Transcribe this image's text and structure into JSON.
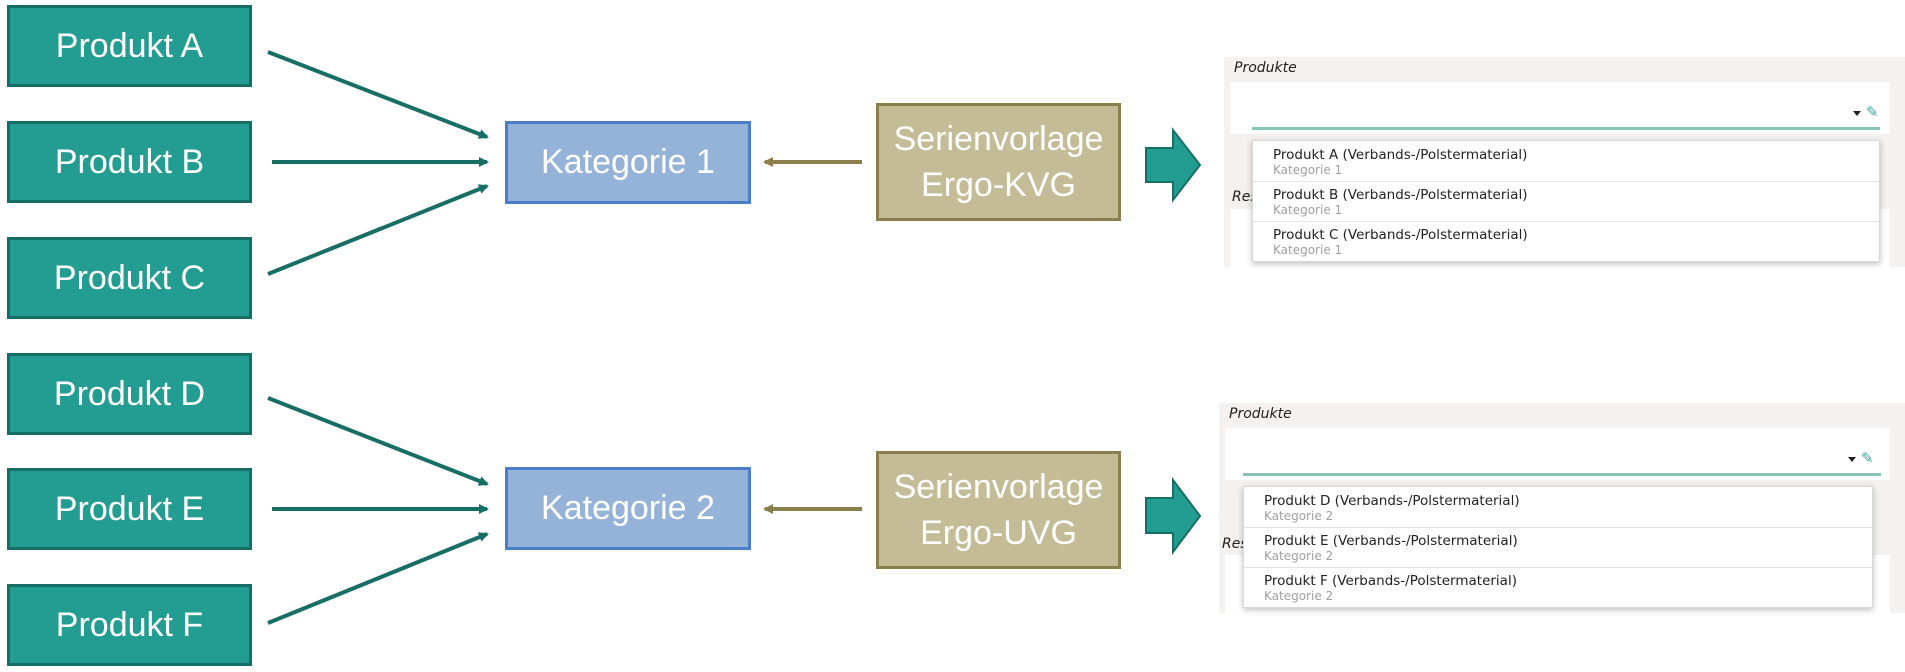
{
  "products": [
    "Produkt A",
    "Produkt B",
    "Produkt C",
    "Produkt D",
    "Produkt E",
    "Produkt F"
  ],
  "categories": [
    "Kategorie 1",
    "Kategorie 2"
  ],
  "templates": [
    {
      "line1": "Serienvorlage",
      "line2": "Ergo-KVG"
    },
    {
      "line1": "Serienvorlage",
      "line2": "Ergo-UVG"
    }
  ],
  "panels": [
    {
      "label": "Produkte",
      "res_label": "Res",
      "items": [
        {
          "name": "Produkt A (Verbands-/Polstermaterial)",
          "sub": "Kategorie 1"
        },
        {
          "name": "Produkt B (Verbands-/Polstermaterial)",
          "sub": "Kategorie 1"
        },
        {
          "name": "Produkt C (Verbands-/Polstermaterial)",
          "sub": "Kategorie 1"
        }
      ]
    },
    {
      "label": "Produkte",
      "res_label": "Res",
      "items": [
        {
          "name": "Produkt D (Verbands-/Polstermaterial)",
          "sub": "Kategorie 2"
        },
        {
          "name": "Produkt E (Verbands-/Polstermaterial)",
          "sub": "Kategorie 2"
        },
        {
          "name": "Produkt F (Verbands-/Polstermaterial)",
          "sub": "Kategorie 2"
        }
      ]
    }
  ],
  "icons": {
    "dropdown": "chevron-down-icon",
    "edit": "pencil-icon"
  },
  "colors": {
    "product": "#239c91",
    "category": "#95b3d9",
    "template": "#c4bc96",
    "arrow_green": "#176e65",
    "arrow_olive": "#8a7f4d"
  }
}
